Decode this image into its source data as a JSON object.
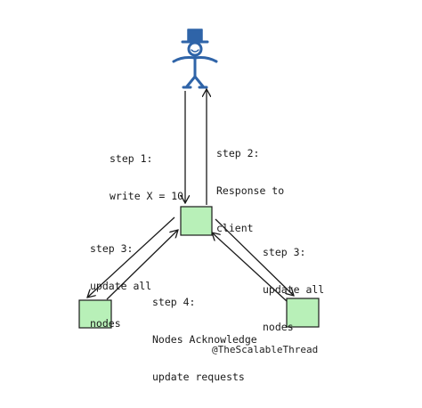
{
  "diagram": {
    "step1": {
      "line1": "step 1:",
      "line2": "write X = 10"
    },
    "step2": {
      "line1": "step 2:",
      "line2": "Response to",
      "line3": "client"
    },
    "step3_left": {
      "line1": "step 3:",
      "line2": "update all",
      "line3": "nodes"
    },
    "step3_right": {
      "line1": "step 3:",
      "line2": "update all",
      "line3": "nodes"
    },
    "step4": {
      "line1": "step 4:",
      "line2": "Nodes Acknowledge",
      "line3": "update requests"
    },
    "credit": "@TheScalableThread",
    "colors": {
      "client_figure": "#2f64a8",
      "node_fill": "#b8f0b8",
      "node_stroke": "#1a1a1a",
      "arrow": "#1a1a1a"
    },
    "icons": {
      "client": "stick-figure-top-hat-icon"
    }
  }
}
